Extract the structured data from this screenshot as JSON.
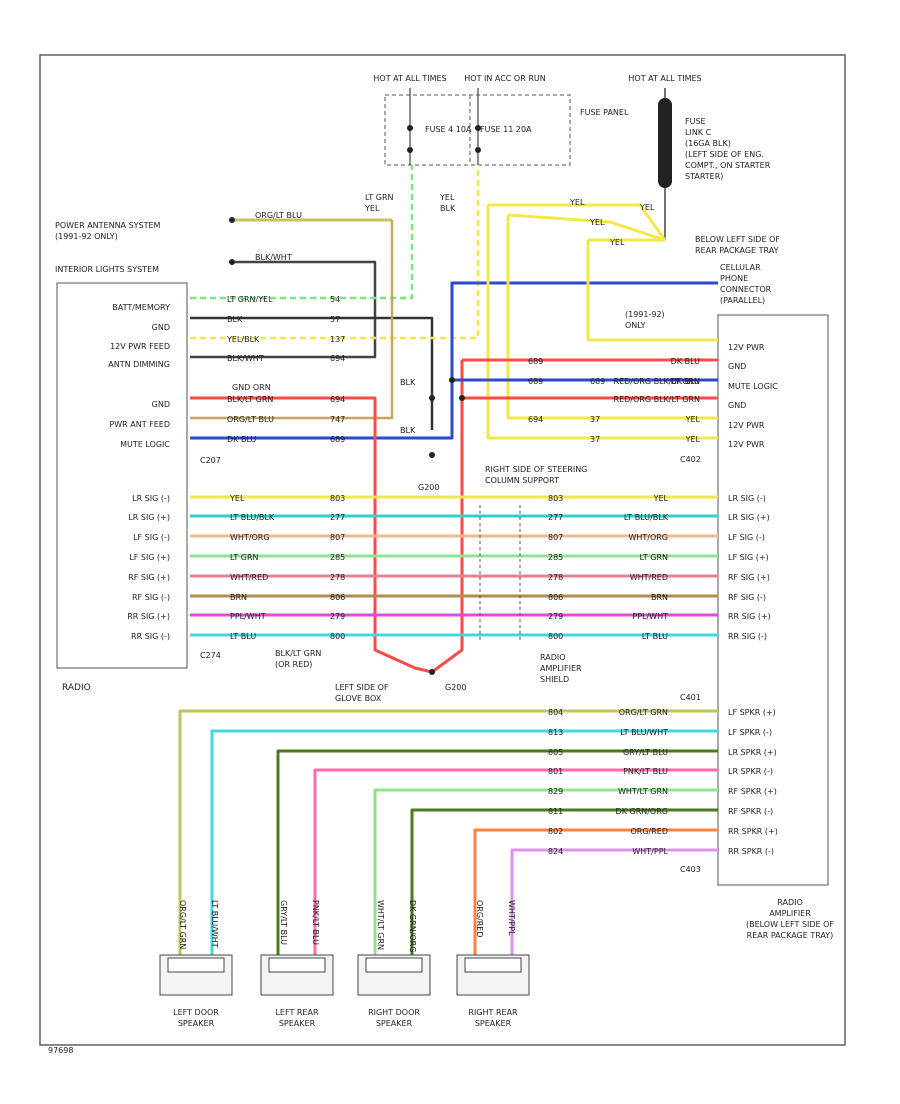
{
  "diagram": {
    "figure_id": "97698",
    "colors": {
      "yellow": "#f2e84a",
      "blue_orange": "#2ed1cc",
      "white_orange": "#f3b88a",
      "light_green": "#8fe38f",
      "white_red": "#e88090",
      "brown": "#b28c4a",
      "purple_white": "#e04ae0",
      "light_blue": "#40d8e0",
      "red": "#ff4a4a",
      "dark_blue": "#2b4acc",
      "orange_black": "#e07b1a",
      "tan_blue": "#c8a65a",
      "black_white": "#444444",
      "black": "#333333",
      "dark_green_orange": "#4a7a1a",
      "orange": "#ff8040",
      "light_green_dash": "#79e879",
      "white_purple": "#e090f0",
      "olive": "#c4c458",
      "pink_light_blue": "#ff6aa8"
    },
    "top": {
      "hot_in_start": "HOT AT ALL TIMES",
      "hot_in_run": "HOT IN ACC OR RUN",
      "hot_at_all_times": "HOT AT ALL TIMES",
      "fuse_a": "FUSE 4 10A",
      "fuse_b": "FUSE 11 20A",
      "fuse_panel": "FUSE PANEL",
      "fuse_link": [
        "FUSE",
        "LINK C",
        "(16GA BLK)",
        "(LEFT SIDE OF ENG.",
        "COMPT., ON STARTER",
        "STARTER)"
      ]
    },
    "labels": {
      "power_antenna": [
        "POWER ANTENNA SYSTEM",
        "(1991-92 ONLY)"
      ],
      "interior_lights": "INTERIOR LIGHTS SYSTEM",
      "lt_grn_yel": [
        "LT GRN",
        "YEL"
      ],
      "yel_blk": [
        "YEL",
        "BLK"
      ],
      "below_left_side": [
        "BELOW LEFT SIDE OF",
        "REAR PACKAGE TRAY"
      ],
      "cellular_phone": [
        "CELLULAR",
        "PHONE",
        "CONNECTOR",
        "(PARALLEL)"
      ],
      "years_note": [
        "(1991-92)",
        "ONLY"
      ],
      "right_side_steering": [
        "RIGHT SIDE OF STEERING",
        "COLUMN SUPPORT"
      ],
      "g200_a": "G200",
      "g200_b": "G200",
      "left_side_glove": [
        "LEFT SIDE OF",
        "GLOVE BOX"
      ],
      "radio_amp_shield": [
        "RADIO",
        "AMPLIFIER",
        "SHIELD"
      ],
      "radio": "RADIO",
      "radio_amplifier": [
        "RADIO",
        "AMPLIFIER",
        "(BELOW LEFT SIDE OF",
        "REAR PACKAGE TRAY)"
      ],
      "blk_grn_or_red": [
        "BLK/LT GRN",
        "(OR RED)"
      ],
      "c207": "C207",
      "c274": "C274",
      "c402": "C402",
      "c401": "C401",
      "c403": "C403",
      "grn_orn": "GND ORN",
      "blk": "BLK",
      "blk_2": "BLK"
    },
    "radio_pins_top": [
      "BATT/MEMORY",
      "GND",
      "12V PWR FEED",
      "ANTN DIMMING",
      "",
      "GND",
      "PWR ANT FEED",
      "MUTE LOGIC"
    ],
    "radio_pins_spk": [
      "LR SIG (-)",
      "LR SIG (+)",
      "LF SIG (-)",
      "LF SIG (+)",
      "RF SIG (+)",
      "RF SIG (-)",
      "RR SIG (+)",
      "RR SIG (-)"
    ],
    "amp_pins_top": [
      "12V PWR",
      "GND",
      "MUTE LOGIC",
      "GND",
      "12V PWR",
      "12V PWR"
    ],
    "amp_pins_spk_in": [
      "LR SIG (-)",
      "LR SIG (+)",
      "LF SIG (-)",
      "LF SIG (+)",
      "RF SIG (+)",
      "RF SIG (-)",
      "RR SIG (+)",
      "RR SIG (-)"
    ],
    "amp_pins_spk_out": [
      "LF SPKR (+)",
      "LF SPKR (-)",
      "LR SPKR (+)",
      "LR SPKR (-)",
      "RF SPKR (+)",
      "RF SPKR (-)",
      "RR SPKR (+)",
      "RR SPKR (-)"
    ],
    "wires_top": [
      {
        "left_label": "LT GRN/YEL",
        "circuit": "54"
      },
      {
        "left_label": "BLK",
        "circuit": "57"
      },
      {
        "left_label": "YEL/BLK",
        "circuit": "137"
      },
      {
        "left_label": "BLK/WHT",
        "circuit": "694"
      },
      {
        "left_label": "BLK/LT GRN",
        "circuit": "694"
      },
      {
        "left_label": "ORG/LT BLU",
        "circuit": "747"
      },
      {
        "left_label": "DK BLU",
        "circuit": "689"
      }
    ],
    "wires_signal": [
      {
        "label": "YEL",
        "circuit": "803"
      },
      {
        "label": "LT BLU/BLK",
        "circuit": "277"
      },
      {
        "label": "WHT/ORG",
        "circuit": "807"
      },
      {
        "label": "LT GRN",
        "circuit": "285"
      },
      {
        "label": "WHT/RED",
        "circuit": "278"
      },
      {
        "label": "BRN",
        "circuit": "806"
      },
      {
        "label": "PPL/WHT",
        "circuit": "279"
      },
      {
        "label": "LT BLU",
        "circuit": "800"
      }
    ],
    "wires_amp_top": [
      {
        "label": "DK BLU",
        "left": "689",
        "mid": ""
      },
      {
        "label": "RED/ORG BLK/LT GRN",
        "left": "",
        "mid": ""
      },
      {
        "label": "DK BLU",
        "left": "689",
        "mid": "689"
      },
      {
        "label": "RED/ORG BLK/LT GRN",
        "left": "",
        "mid": ""
      },
      {
        "label": "YEL",
        "left": "694",
        "mid": "37"
      },
      {
        "label": "YEL",
        "left": "",
        "mid": "37"
      }
    ],
    "wires_top_antenna": {
      "label": "ORG/LT BLU",
      "circuit": ""
    },
    "wires_top_interior": {
      "label": "BLK/WHT",
      "circuit": ""
    },
    "wires_output": [
      {
        "circuit": "804",
        "label": "ORG/LT GRN"
      },
      {
        "circuit": "813",
        "label": "LT BLU/WHT"
      },
      {
        "circuit": "805",
        "label": "GRY/LT BLU"
      },
      {
        "circuit": "801",
        "label": "PNK/LT BLU"
      },
      {
        "circuit": "829",
        "label": "WHT/LT GRN"
      },
      {
        "circuit": "811",
        "label": "DK GRN/ORG"
      },
      {
        "circuit": "802",
        "label": "ORG/RED"
      },
      {
        "circuit": "824",
        "label": "WHT/PPL"
      }
    ],
    "speakers": [
      {
        "name": [
          "LEFT DOOR",
          "SPEAKER"
        ],
        "wire_a": "ORG/LT GRN",
        "wire_b": "LT BLU/WHT"
      },
      {
        "name": [
          "LEFT REAR",
          "SPEAKER"
        ],
        "wire_a": "GRY/LT BLU",
        "wire_b": "PNK/LT BLU"
      },
      {
        "name": [
          "RIGHT DOOR",
          "SPEAKER"
        ],
        "wire_a": "WHT/LT GRN",
        "wire_b": "DK GRN/ORG"
      },
      {
        "name": [
          "RIGHT REAR",
          "SPEAKER"
        ],
        "wire_a": "ORG/RED",
        "wire_b": "WHT/PPL"
      }
    ]
  }
}
